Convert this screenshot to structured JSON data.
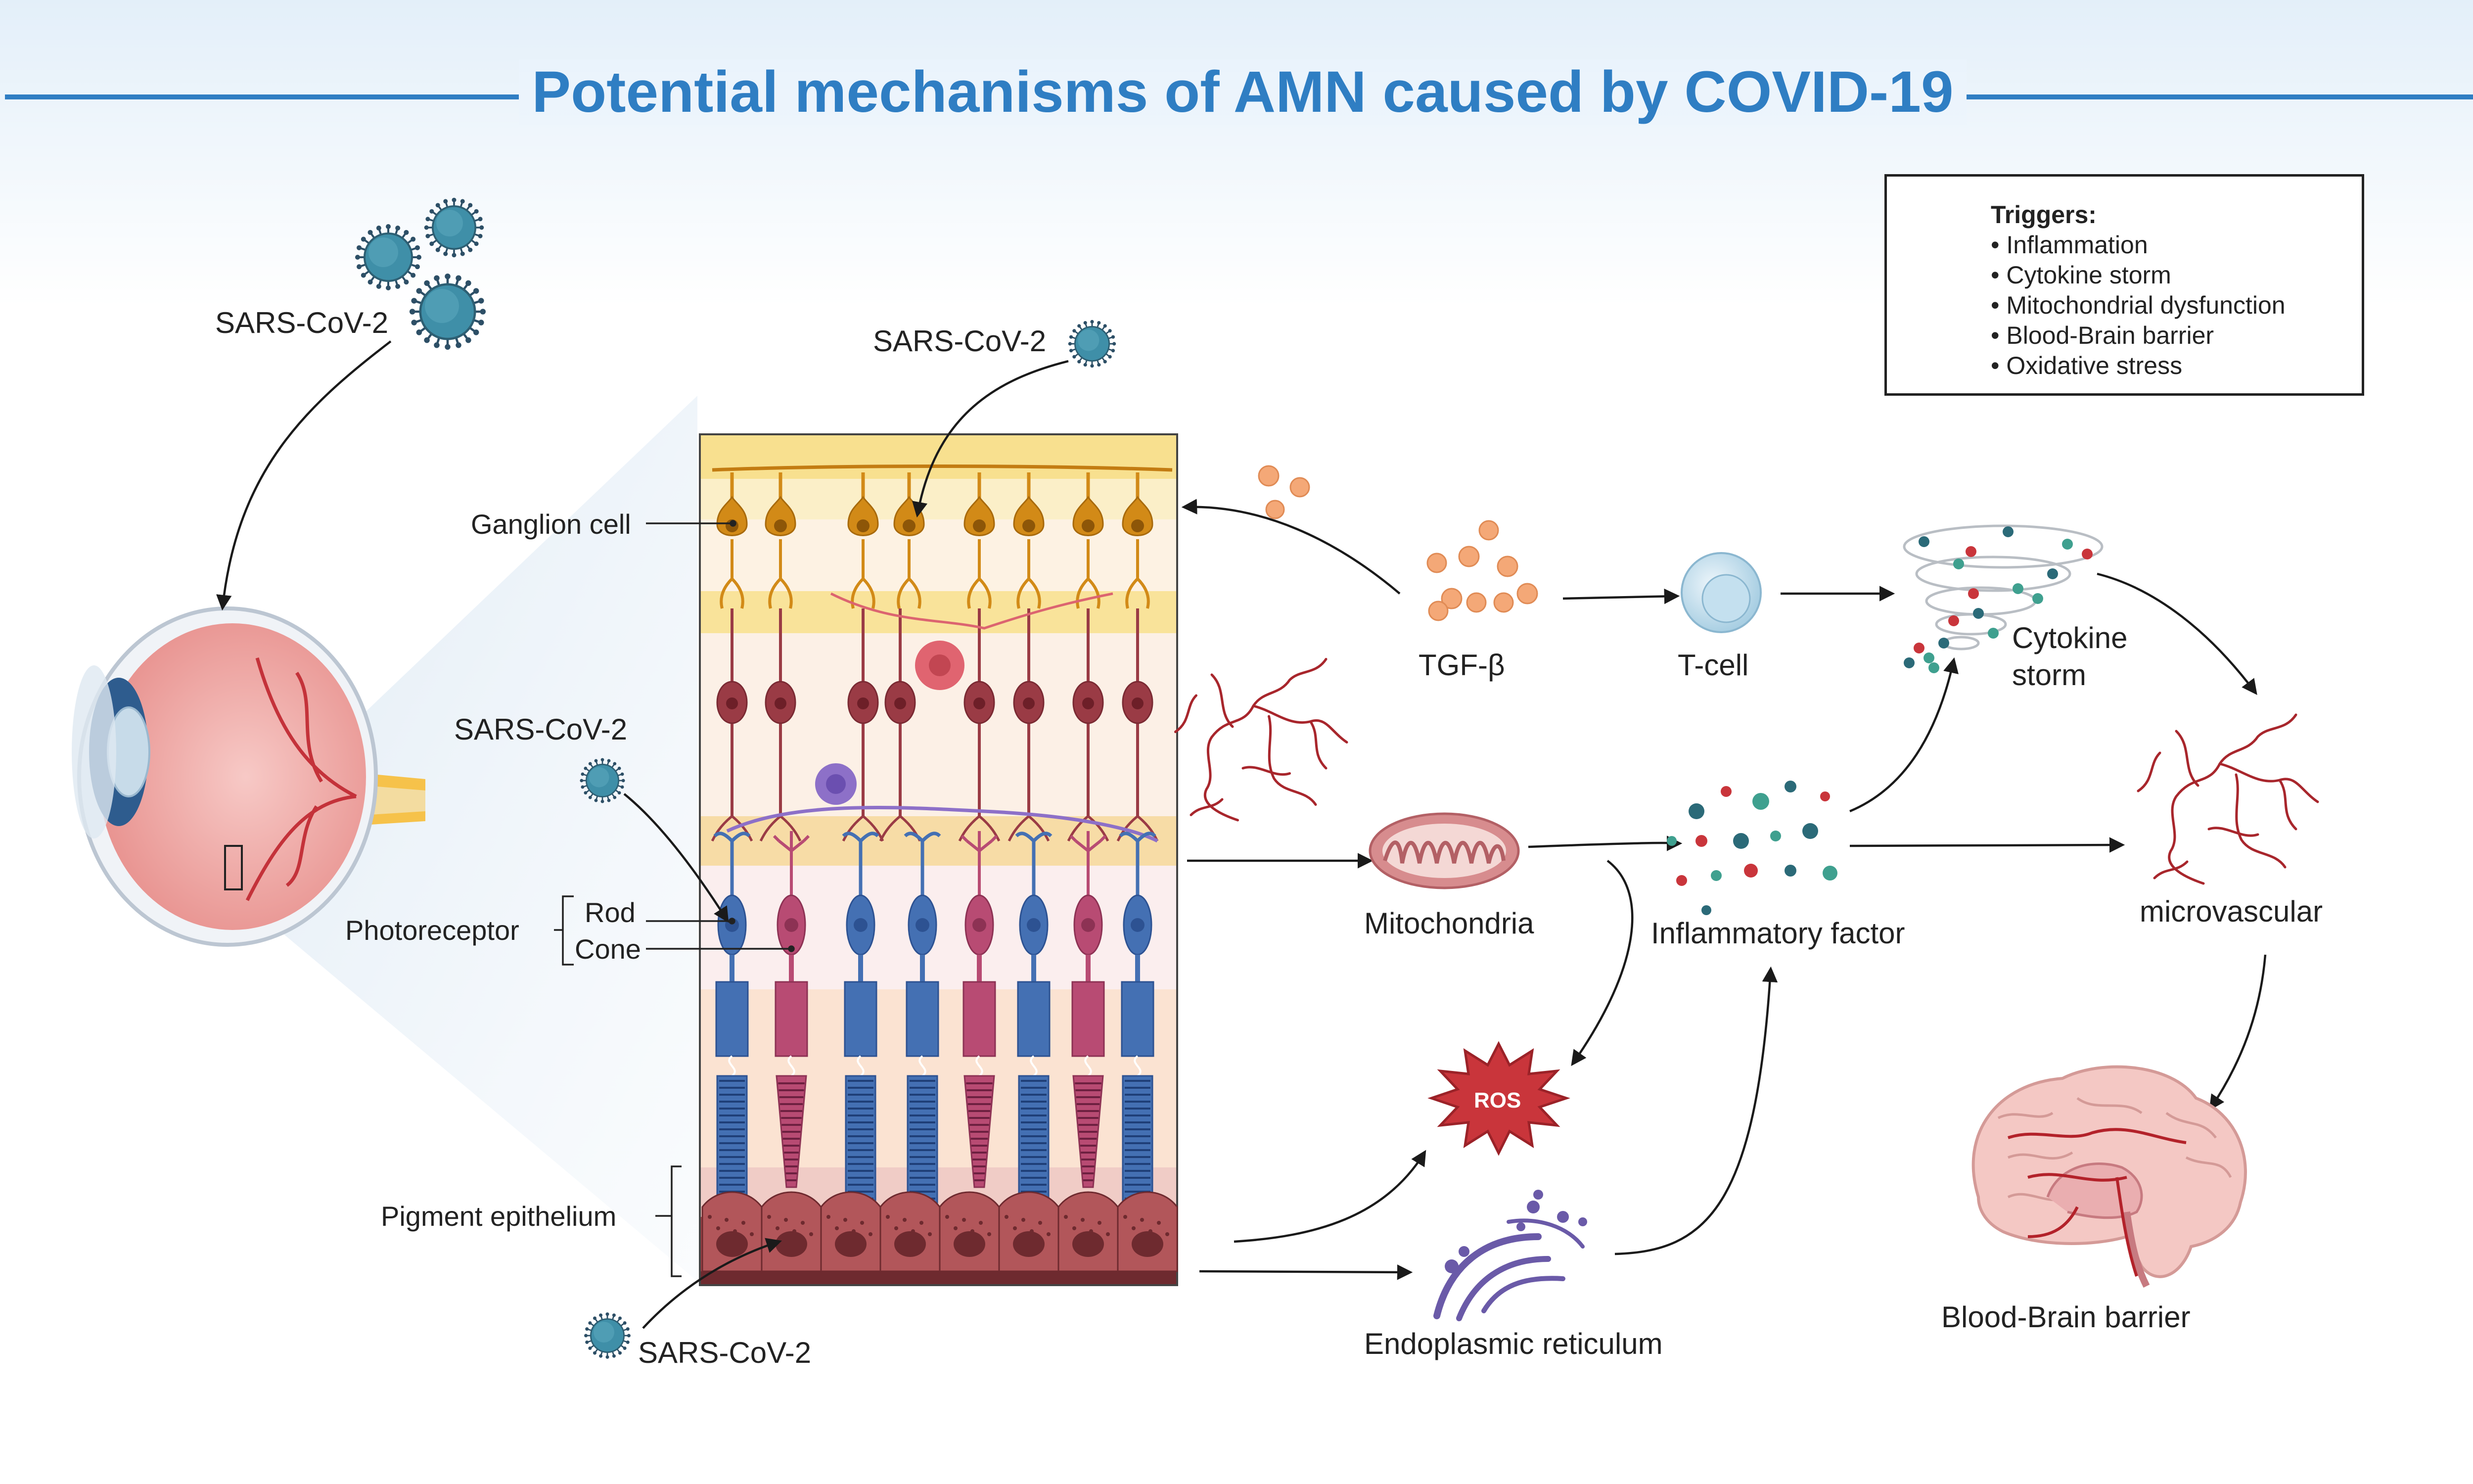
{
  "title": "Potential mechanisms of AMN caused by COVID-19",
  "triggers": {
    "heading": "Triggers:",
    "items": [
      "Inflammation",
      "Cytokine storm",
      "Mitochondrial dysfunction",
      "Blood-Brain barrier",
      "Oxidative stress"
    ],
    "icon": "lightning-bolt-icon"
  },
  "labels": {
    "virus_top": "SARS-CoV-2",
    "virus_retina_top": "SARS-CoV-2",
    "virus_left_mid": "SARS-CoV-2",
    "virus_bottom": "SARS-CoV-2",
    "ganglion_cell": "Ganglion cell",
    "photoreceptor": "Photoreceptor",
    "rod": "Rod",
    "cone": "Cone",
    "pigment_epithelium": "Pigment epithelium",
    "tgf_beta": "TGF-β",
    "t_cell": "T-cell",
    "cytokine_storm_line1": "Cytokine",
    "cytokine_storm_line2": "storm",
    "mitochondria": "Mitochondria",
    "inflammatory_factor": "Inflammatory factor",
    "microvascular": "microvascular",
    "ros": "ROS",
    "endoplasmic_reticulum": "Endoplasmic reticulum",
    "blood_brain_barrier": "Blood-Brain barrier"
  },
  "colors": {
    "title_blue": "#2f7ec3",
    "virus": "#3f8fa8",
    "ganglion": "#d28a17",
    "bipolar": "#9a3b45",
    "rod": "#4470b3",
    "cone": "#b84b73",
    "pigment": "#8e3a3e",
    "ros": "#c9353b",
    "bolt": "#f2b61f",
    "vessel": "#a8262c"
  }
}
